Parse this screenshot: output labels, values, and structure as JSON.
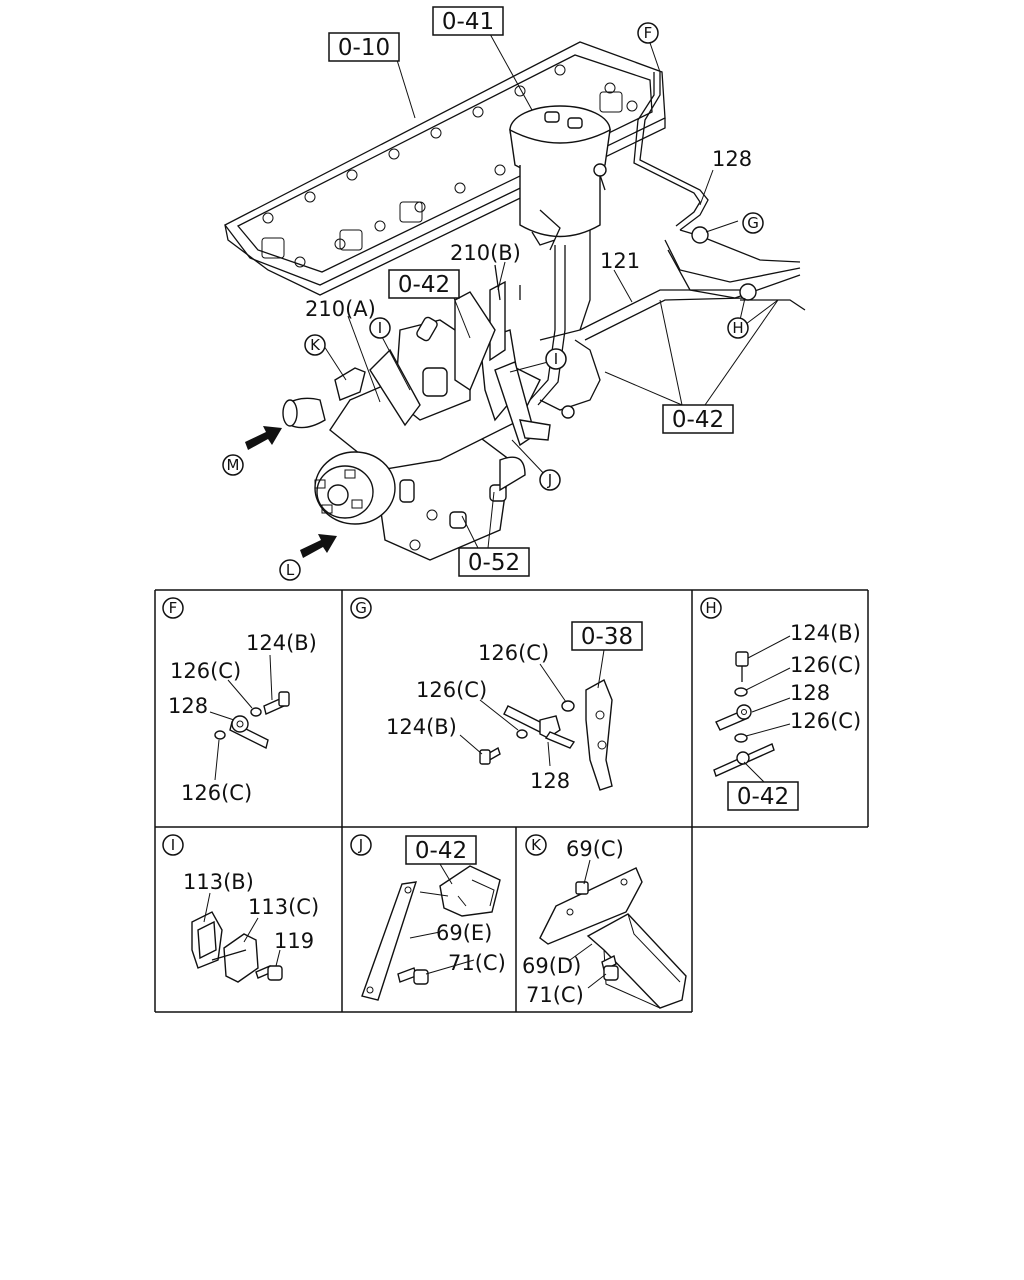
{
  "main_view": {
    "refs": {
      "r010": "0-10",
      "r041": "0-41",
      "r042a": "0-42",
      "r042b": "0-42",
      "r052": "0-52"
    },
    "labels": {
      "p128": "128",
      "p121": "121",
      "p210a": "210(A)",
      "p210b": "210(B)"
    },
    "callouts": {
      "F": "F",
      "G": "G",
      "H": "H",
      "I1": "I",
      "I2": "I",
      "J": "J",
      "K": "K",
      "L": "L",
      "M": "M"
    }
  },
  "details": {
    "F": {
      "letter": "F",
      "labels": {
        "a": "124(B)",
        "b": "126(C)",
        "c": "128",
        "d": "126(C)"
      }
    },
    "G": {
      "letter": "G",
      "ref": "0-38",
      "labels": {
        "a": "126(C)",
        "b": "126(C)",
        "c": "124(B)",
        "d": "128"
      }
    },
    "H": {
      "letter": "H",
      "ref": "0-42",
      "labels": {
        "a": "124(B)",
        "b": "126(C)",
        "c": "128",
        "d": "126(C)"
      }
    },
    "I": {
      "letter": "I",
      "labels": {
        "a": "113(B)",
        "b": "113(C)",
        "c": "119"
      }
    },
    "J": {
      "letter": "J",
      "ref": "0-42",
      "labels": {
        "a": "69(E)",
        "b": "71(C)"
      }
    },
    "K": {
      "letter": "K",
      "labels": {
        "a": "69(C)",
        "b": "69(D)",
        "c": "71(C)"
      }
    }
  }
}
